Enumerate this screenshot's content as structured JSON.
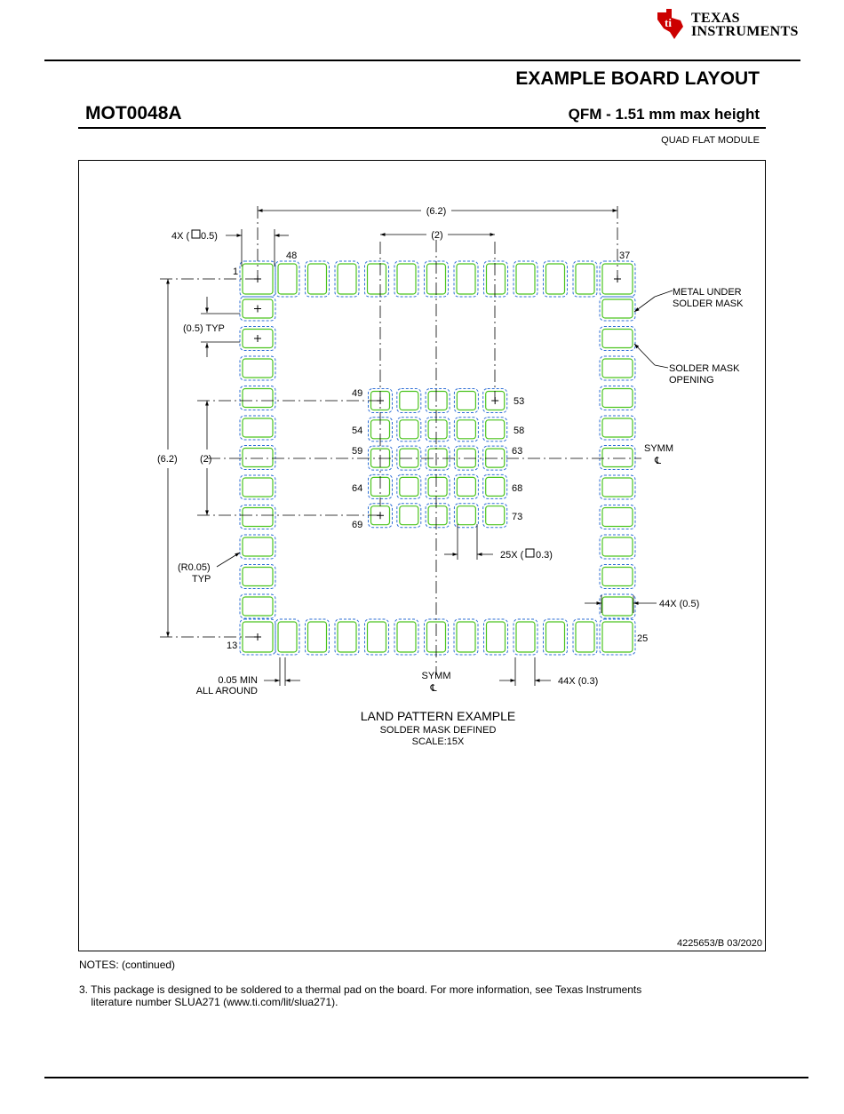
{
  "header": {
    "logo_line1": "TEXAS",
    "logo_line2": "INSTRUMENTS",
    "title": "EXAMPLE BOARD LAYOUT",
    "doc_id": "MOT0048A",
    "package": "QFM -  1.51 mm max height",
    "package_type": "QUAD FLAT MODULE"
  },
  "colors": {
    "pad_copper": "#4cc41f",
    "solder_mask": "#2f6fd6",
    "line": "#000000",
    "logo_red": "#cc0000"
  },
  "drawing": {
    "labels": {
      "dim_width": "(6.2)",
      "dim_inner_width": "(2)",
      "corner_pad": "4X (",
      "corner_pad_size": "0.5)",
      "pin_1": "1",
      "pin_48": "48",
      "pin_37": "37",
      "pitch": "(0.5) TYP",
      "metal_under_line1": "METAL UNDER",
      "metal_under_line2": "SOLDER MASK",
      "mask_open_line1": "SOLDER MASK",
      "mask_open_line2": "OPENING",
      "dim_height": "(6.2)",
      "dim_inner_height": "(2)",
      "pin_49": "49",
      "pin_53": "53",
      "pin_54": "54",
      "pin_58": "58",
      "pin_59": "59",
      "pin_63": "63",
      "pin_64": "64",
      "pin_68": "68",
      "pin_69": "69",
      "pin_73": "73",
      "symm": "SYMM",
      "centerline": "℄",
      "thermal_pad": "25X (",
      "thermal_pad_size": "0.3)",
      "radius_line1": "(R0.05)",
      "radius_line2": "TYP",
      "pad_length": "44X (0.5)",
      "pin_13": "13",
      "pin_25": "25",
      "min_line1": "0.05 MIN",
      "min_line2": "ALL AROUND",
      "pad_width": "44X (0.3)"
    },
    "caption_title": "LAND PATTERN EXAMPLE",
    "caption_sub": "SOLDER MASK DEFINED",
    "caption_scale": "SCALE:15X"
  },
  "footer": {
    "ref": "4225653/B   03/2020"
  },
  "notes": {
    "heading": "NOTES: (continued)",
    "note_3_line1": "3. This package is designed to be soldered to a thermal pad on the board. For more information, see Texas Instruments",
    "note_3_line2": "    literature number SLUA271 (www.ti.com/lit/slua271)."
  }
}
